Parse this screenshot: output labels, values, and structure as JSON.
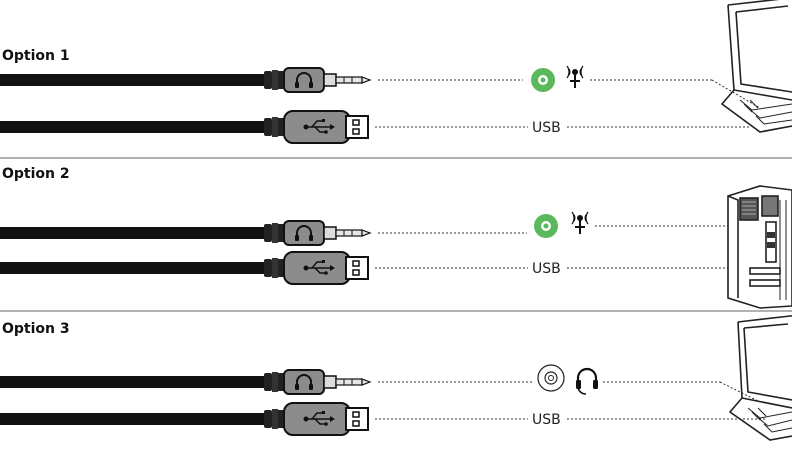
{
  "options": [
    {
      "title": "Option 1",
      "jack_port": "green-port",
      "jack_symbol": "microphone-icon",
      "usb_label": "USB",
      "device": "laptop"
    },
    {
      "title": "Option 2",
      "jack_port": "green-port",
      "jack_symbol": "microphone-icon",
      "usb_label": "USB",
      "device": "desktop-tower"
    },
    {
      "title": "Option 3",
      "jack_port": "white-port",
      "jack_symbol": "headphone-icon",
      "usb_label": "USB",
      "device": "laptop"
    }
  ],
  "colors": {
    "port_green": "#5cb85c",
    "cable": "#111111",
    "plug_gray": "#8c8c8c",
    "divider": "#999999"
  }
}
